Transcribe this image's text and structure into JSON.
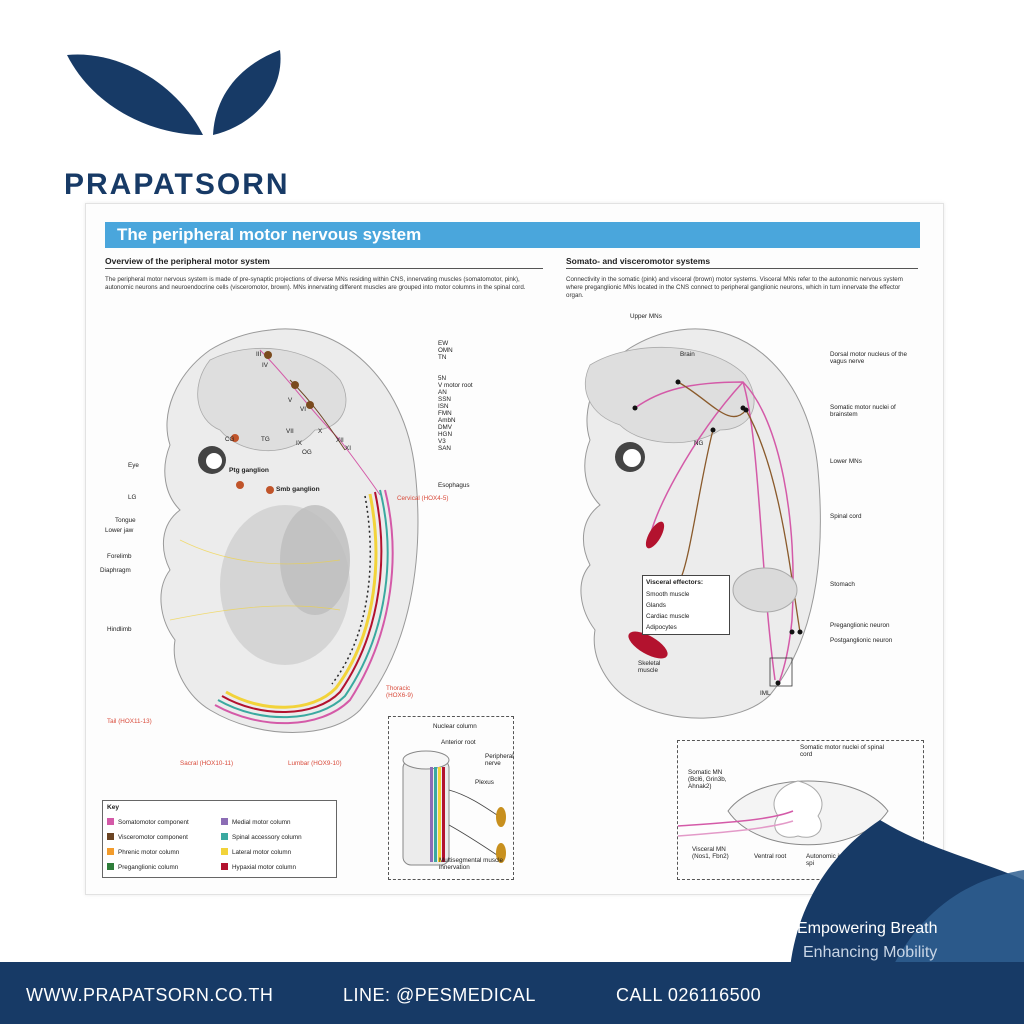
{
  "brand": {
    "name": "PRAPATSORN",
    "logo_icon": "leaf-logo-icon",
    "color": "#173a66"
  },
  "figure": {
    "title": "The peripheral motor nervous system",
    "banner_color": "#4aa6dc",
    "left": {
      "title": "Overview of the peripheral motor system",
      "text": "The peripheral motor nervous system is made of pre-synaptic projections of diverse MNs residing within CNS, innervating muscles (somatomotor, pink), autonomic neurons and neuroendocrine cells (visceromotor, brown). MNs innervating different muscles are grouped into motor columns in the spinal cord.",
      "nuclei_labels": [
        "EW",
        "OMN",
        "TN",
        "5N",
        "V motor root",
        "AN",
        "SSN",
        "ISN",
        "FMN",
        "AmbN",
        "DMV",
        "HGN",
        "V3",
        "SAN"
      ],
      "inner_labels": [
        "III",
        "IV",
        "V",
        "VI",
        "VII",
        "IX",
        "X",
        "XI",
        "XII",
        "CG",
        "TG",
        "OG",
        "Ptg ganglion",
        "Smb ganglion"
      ],
      "side_labels": [
        "Eye",
        "LG",
        "Tongue",
        "Lower jaw",
        "Forelimb",
        "Diaphragm",
        "Hindlimb"
      ],
      "esophagus": "Esophagus",
      "regions": {
        "cervical": "Cervical (HOX4-5)",
        "thoracic": "Thoracic (HOX6-9)",
        "tail": "Tail (HOX11-13)",
        "sacral": "Sacral (HOX10-11)",
        "lumbar": "Lumbar (HOX9-10)"
      },
      "inset": {
        "nuclear_column": "Nuclear column",
        "anterior_root": "Anterior root",
        "peripheral_nerve": "Peripheral nerve",
        "plexus": "Plexus",
        "multisegmental": "Multisegmental muscle innervation"
      }
    },
    "key": {
      "title": "Key",
      "items": [
        {
          "label": "Somatomotor component",
          "color": "#d45aa8"
        },
        {
          "label": "Medial motor column",
          "color": "#8c6db5"
        },
        {
          "label": "Visceromotor component",
          "color": "#6b4423"
        },
        {
          "label": "Spinal accessory column",
          "color": "#3aa9a0"
        },
        {
          "label": "Phrenic motor column",
          "color": "#f39c2c"
        },
        {
          "label": "Lateral motor column",
          "color": "#f2d33a"
        },
        {
          "label": "Preganglionic column",
          "color": "#2e7d3a"
        },
        {
          "label": "Hypaxial motor column",
          "color": "#b3122e"
        }
      ]
    },
    "right": {
      "title": "Somato- and visceromotor systems",
      "text": "Connectivity in the somatic (pink) and visceral (brown) motor systems. Visceral MNs refer to the autonomic nervous system where preganglionic MNs located in the CNS connect to peripheral ganglionic neurons, which in turn innervate the effector organ.",
      "labels": {
        "upper_mns": "Upper MNs",
        "brain": "Brain",
        "ng": "NG",
        "dorsal_motor": "Dorsal motor nucleus of the vagus nerve",
        "somatic_brainstem": "Somatic motor nuclei of brainstem",
        "lower_mns": "Lower MNs",
        "spinal_cord": "Spinal cord",
        "stomach": "Stomach",
        "preganglionic": "Preganglionic neuron",
        "postganglionic": "Postganglionic neuron",
        "skeletal_muscle": "Skeletal muscle",
        "iml": "IML"
      },
      "effectors": {
        "title": "Visceral effectors:",
        "items": [
          "Smooth muscle",
          "Glands",
          "Cardiac muscle",
          "Adipocytes"
        ]
      },
      "inset": {
        "somatic_motor_nuclei": "Somatic motor nuclei of spinal cord",
        "somatic_mn": "Somatic MN (Bcl6, Grin3b, Ahnak2)",
        "visceral_mn": "Visceral MN (Nos1, Fbn2)",
        "ventral_root": "Ventral root",
        "autonomic": "Autonomic in spi"
      }
    }
  },
  "tagline": {
    "line1": "Empowering Breath",
    "line2": "Enhancing Mobility"
  },
  "footer": {
    "website": "WWW.PRAPATSORN.CO.TH",
    "line": "LINE: @PESMEDICAL",
    "call": "CALL 026116500"
  }
}
